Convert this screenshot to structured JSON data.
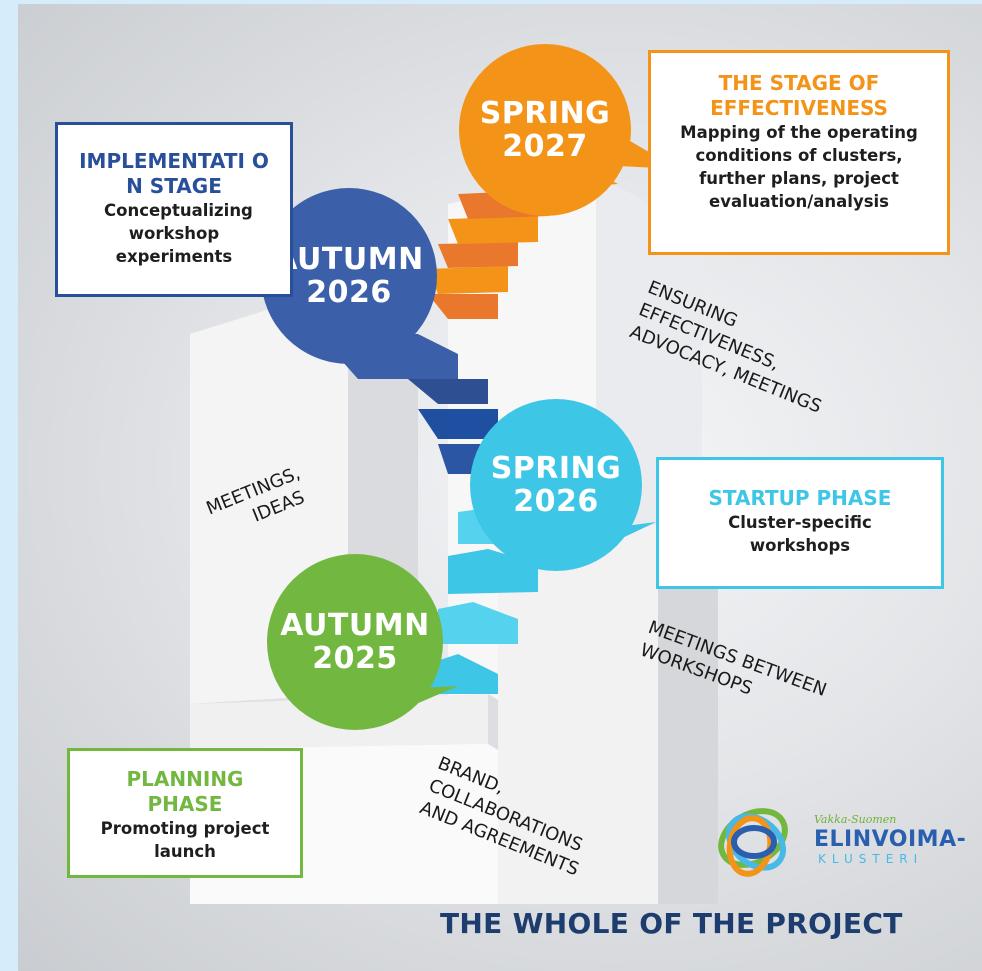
{
  "phases": [
    {
      "id": "autumn-2025",
      "season": "AUTUMN",
      "year": "2025",
      "color": "#72b840",
      "box_title": "PLANNING PHASE",
      "box_body": "Promoting project launch"
    },
    {
      "id": "spring-2026",
      "season": "SPRING",
      "year": "2026",
      "color": "#3ec6e6",
      "box_title": "STARTUP PHASE",
      "box_body": "Cluster-specific workshops"
    },
    {
      "id": "autumn-2026",
      "season": "AUTUMN",
      "year": "2026",
      "color": "#3b5fa9",
      "box_title": "IMPLEMENTATI ON STAGE",
      "box_body": "Conceptualizing workshop experiments"
    },
    {
      "id": "spring-2027",
      "season": "SPRING",
      "year": "2027",
      "color": "#f39419",
      "box_title": "THE STAGE OF EFFECTIVENESS",
      "box_body": "Mapping of the operating conditions of clusters, further plans, project evaluation/analysis"
    }
  ],
  "wall_texts": [
    {
      "id": "brand",
      "lines": [
        "BRAND,",
        "COLLABORATIONS",
        "AND AGREEMENTS"
      ]
    },
    {
      "id": "meetings-ideas",
      "lines": [
        "MEETINGS,",
        "IDEAS"
      ]
    },
    {
      "id": "meetings-between",
      "lines": [
        "MEETINGS BETWEEN",
        "WORKSHOPS"
      ]
    },
    {
      "id": "ensuring",
      "lines": [
        "ENSURING",
        "EFFECTIVENESS,",
        "ADVOCACY, MEETINGS"
      ]
    }
  ],
  "logo": {
    "top": "Vakka-Suomen",
    "main": "ELINVOIMA-",
    "sub": "KLUSTERI"
  },
  "footer_title": "THE WHOLE OF THE PROJECT",
  "colors": {
    "page_bg": "#d6ecfb",
    "title": "#1d3d6e",
    "green": "#72b840",
    "cyan": "#3ec6e6",
    "blue": "#3b5fa9",
    "orange": "#f39419"
  }
}
